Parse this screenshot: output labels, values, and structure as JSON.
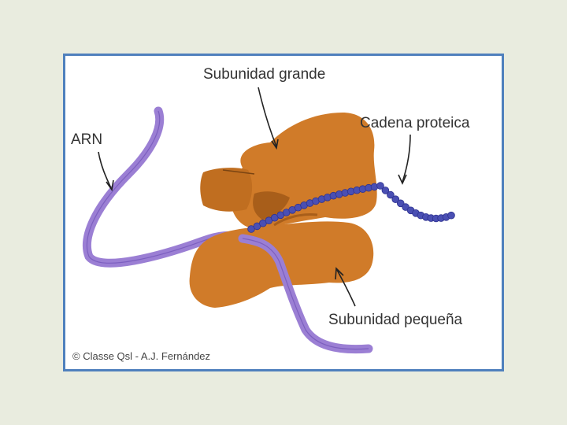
{
  "labels": {
    "large_subunit": "Subunidad grande",
    "protein_chain": "Cadena proteica",
    "rna": "ARN",
    "small_subunit": "Subunidad pequeña",
    "credit": "© Classe Qsl - A.J. Fernández"
  },
  "colors": {
    "background": "#e9ecdf",
    "frame_border": "#4f80bd",
    "ribosome": "#d07b29",
    "ribosome_dark": "#a85e1a",
    "rna_ribbon": "#9b7fd4",
    "protein_beads": "#4a4fb3"
  }
}
